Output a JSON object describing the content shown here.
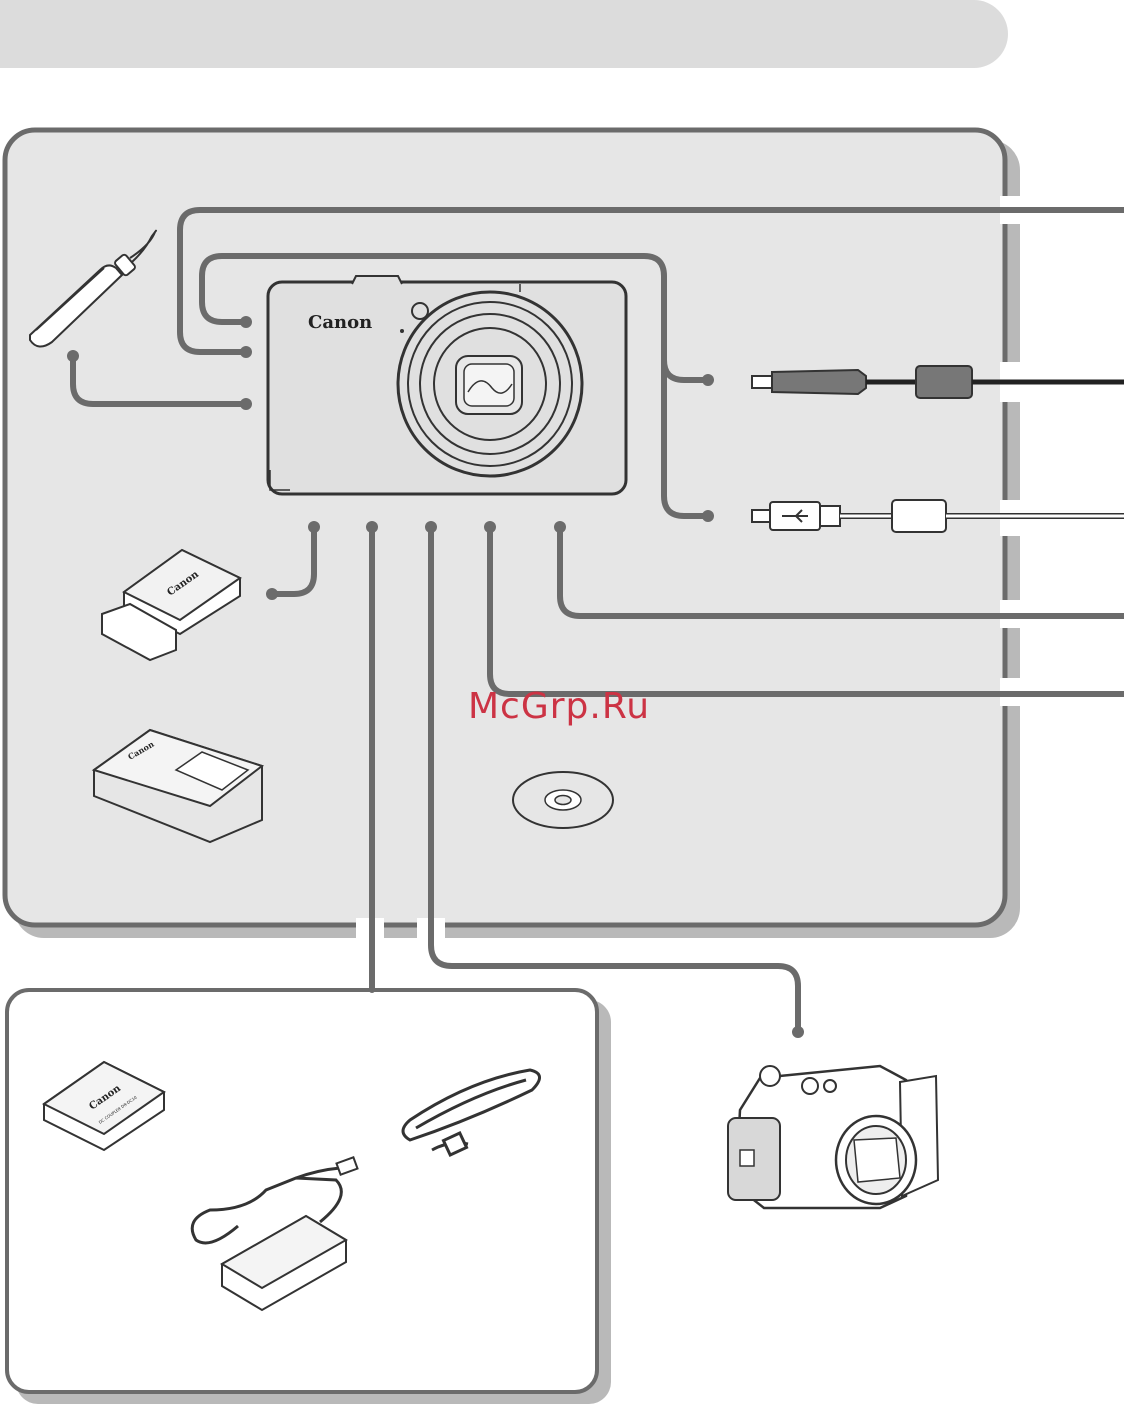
{
  "camera": {
    "brand_text": "Canon"
  },
  "battery": {
    "brand_text": "Canon"
  },
  "charger": {
    "brand_text": "Canon"
  },
  "kit_battery": {
    "brand_text": "Canon",
    "model_text": "DC COUPLER DR-DC10"
  },
  "watermark": {
    "text": "McGrp.Ru"
  },
  "colors": {
    "panel": "#e6e6e6",
    "line": "#6b6b6b",
    "shadow": "#b9b9b9",
    "header": "#dcdcdc",
    "watermark": "#cc3344"
  }
}
